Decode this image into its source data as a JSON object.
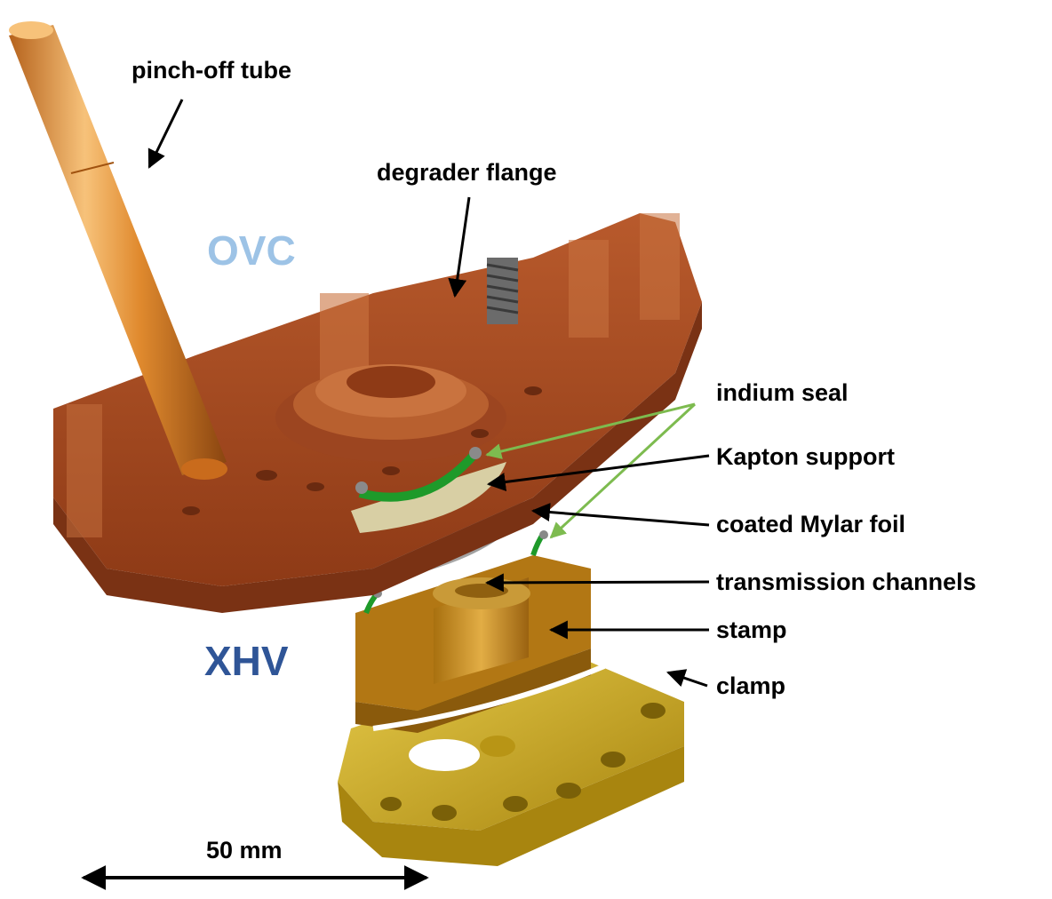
{
  "labels": {
    "pinch_off_tube": "pinch-off tube",
    "degrader_flange": "degrader flange",
    "ovc": "OVC",
    "xhv": "XHV",
    "indium_seal": "indium seal",
    "kapton_support": "Kapton support",
    "coated_mylar_foil": "coated Mylar foil",
    "transmission_channels": "transmission channels",
    "stamp": "stamp",
    "clamp": "clamp",
    "scale_bar": "50 mm"
  },
  "colors": {
    "ovc_text": "#9dc3e6",
    "xhv_text": "#2f5597",
    "copper": "#a94d23",
    "copper_dark": "#7a3214",
    "copper_light": "#d47a45",
    "tube": "#e08a2e",
    "tube_light": "#f7c27a",
    "kapton": "#1e9a2a",
    "mylar_support": "#d8cfa4",
    "foil": "#a9a9a9",
    "stamp": "#c68a1a",
    "clamp": "#d4b227",
    "indium_arrow": "#7dbb4f",
    "arrow": "#000000"
  }
}
